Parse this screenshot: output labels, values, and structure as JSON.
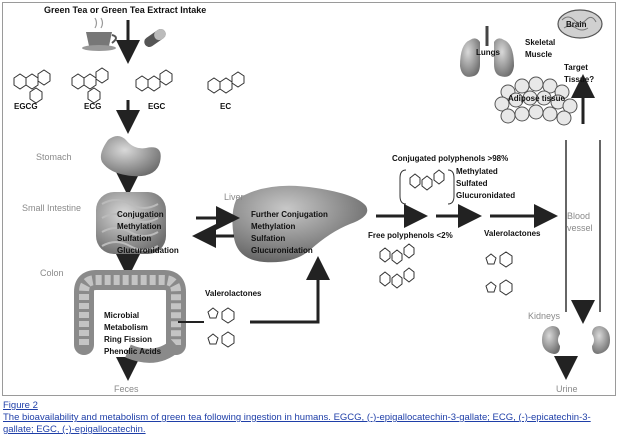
{
  "diagram": {
    "intake_title": "Green Tea or Green Tea Extract Intake",
    "catechins": [
      "EGCG",
      "ECG",
      "EGC",
      "EC"
    ],
    "organs_left": {
      "stomach": "Stomach",
      "small_intestine": "Small Intestine",
      "colon": "Colon",
      "feces": "Feces"
    },
    "small_intestine_steps": [
      "Conjugation",
      "Methylation",
      "Sulfation",
      "Glucuronidation"
    ],
    "colon_steps": [
      "Microbial",
      "Metabolism",
      "Ring Fission",
      "Phenolic Acids"
    ],
    "colon_product": "Valerolactones",
    "liver": {
      "label": "Liver",
      "steps": [
        "Further Conjugation",
        "Methylation",
        "Sulfation",
        "Glucuronidation"
      ]
    },
    "blood": {
      "conjugated": "Conjugated polyphenols >98%",
      "conj_types": [
        "Methylated",
        "Sulfated",
        "Glucuronidated"
      ],
      "free": "Free polyphenols <2%",
      "valerolactones": "Valerolactones",
      "vessel_label": [
        "Blood",
        "vessel"
      ]
    },
    "targets": {
      "brain": "Brain",
      "lungs": "Lungs",
      "skeletal_muscle": [
        "Skeletal",
        "Muscle"
      ],
      "target_tissue": [
        "Target",
        "Tissue?"
      ],
      "adipose": "Adipose tissue",
      "kidneys": "Kidneys",
      "urine": "Urine"
    }
  },
  "caption": {
    "figure_label": "Figure 2",
    "text": "The bioavailability and metabolism of green tea following ingestion in humans. EGCG, (-)-epigallocatechin-3-gallate; ECG, (-)-epicatechin-3-gallate; EGC, (-)-epigallocatechin."
  }
}
